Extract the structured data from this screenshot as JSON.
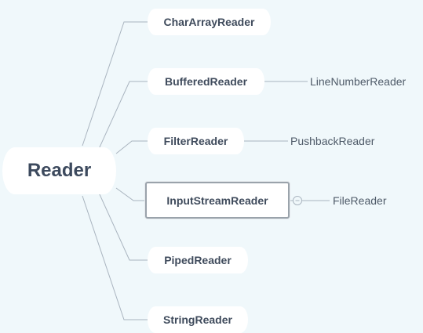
{
  "root": {
    "label": "Reader"
  },
  "children": [
    {
      "label": "CharArrayReader"
    },
    {
      "label": "BufferedReader",
      "sub": "LineNumberReader"
    },
    {
      "label": "FilterReader",
      "sub": "PushbackReader"
    },
    {
      "label": "InputStreamReader",
      "sub": "FileReader",
      "selected": true
    },
    {
      "label": "PipedReader"
    },
    {
      "label": "StringReader"
    }
  ],
  "colors": {
    "background": "#f0f8fb",
    "node": "#ffffff",
    "line": "#a9b4bf",
    "text": "#3f4b5c",
    "selection_border": "#9aa3ab"
  },
  "icons": {
    "collapse": "collapse-minus-icon"
  }
}
